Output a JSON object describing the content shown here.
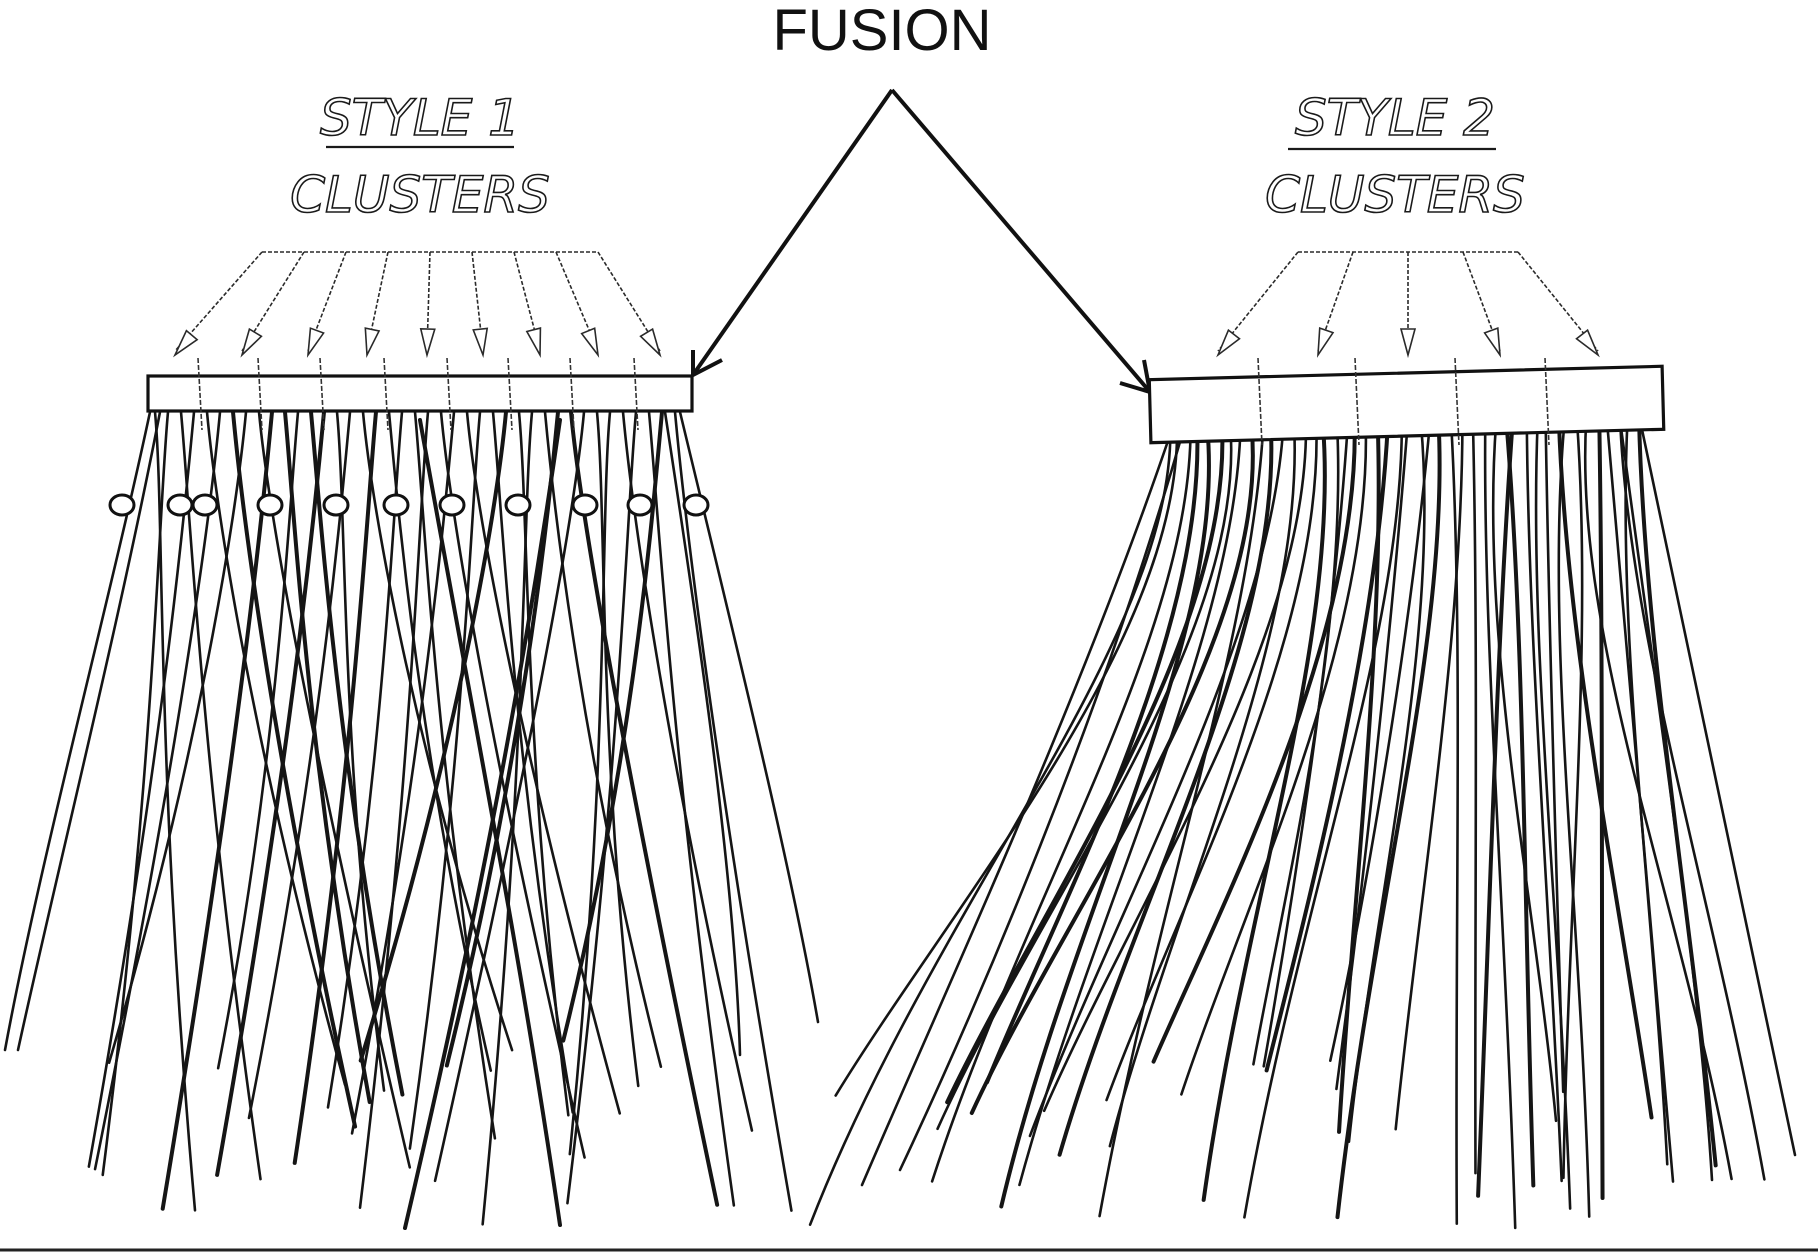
{
  "heading": {
    "text": "FUSION"
  },
  "left_group": {
    "title_line1": "STYLE 1",
    "title_line2": "CLUSTERS"
  },
  "right_group": {
    "title_line1": "STYLE 2",
    "title_line2": "CLUSTERS"
  }
}
